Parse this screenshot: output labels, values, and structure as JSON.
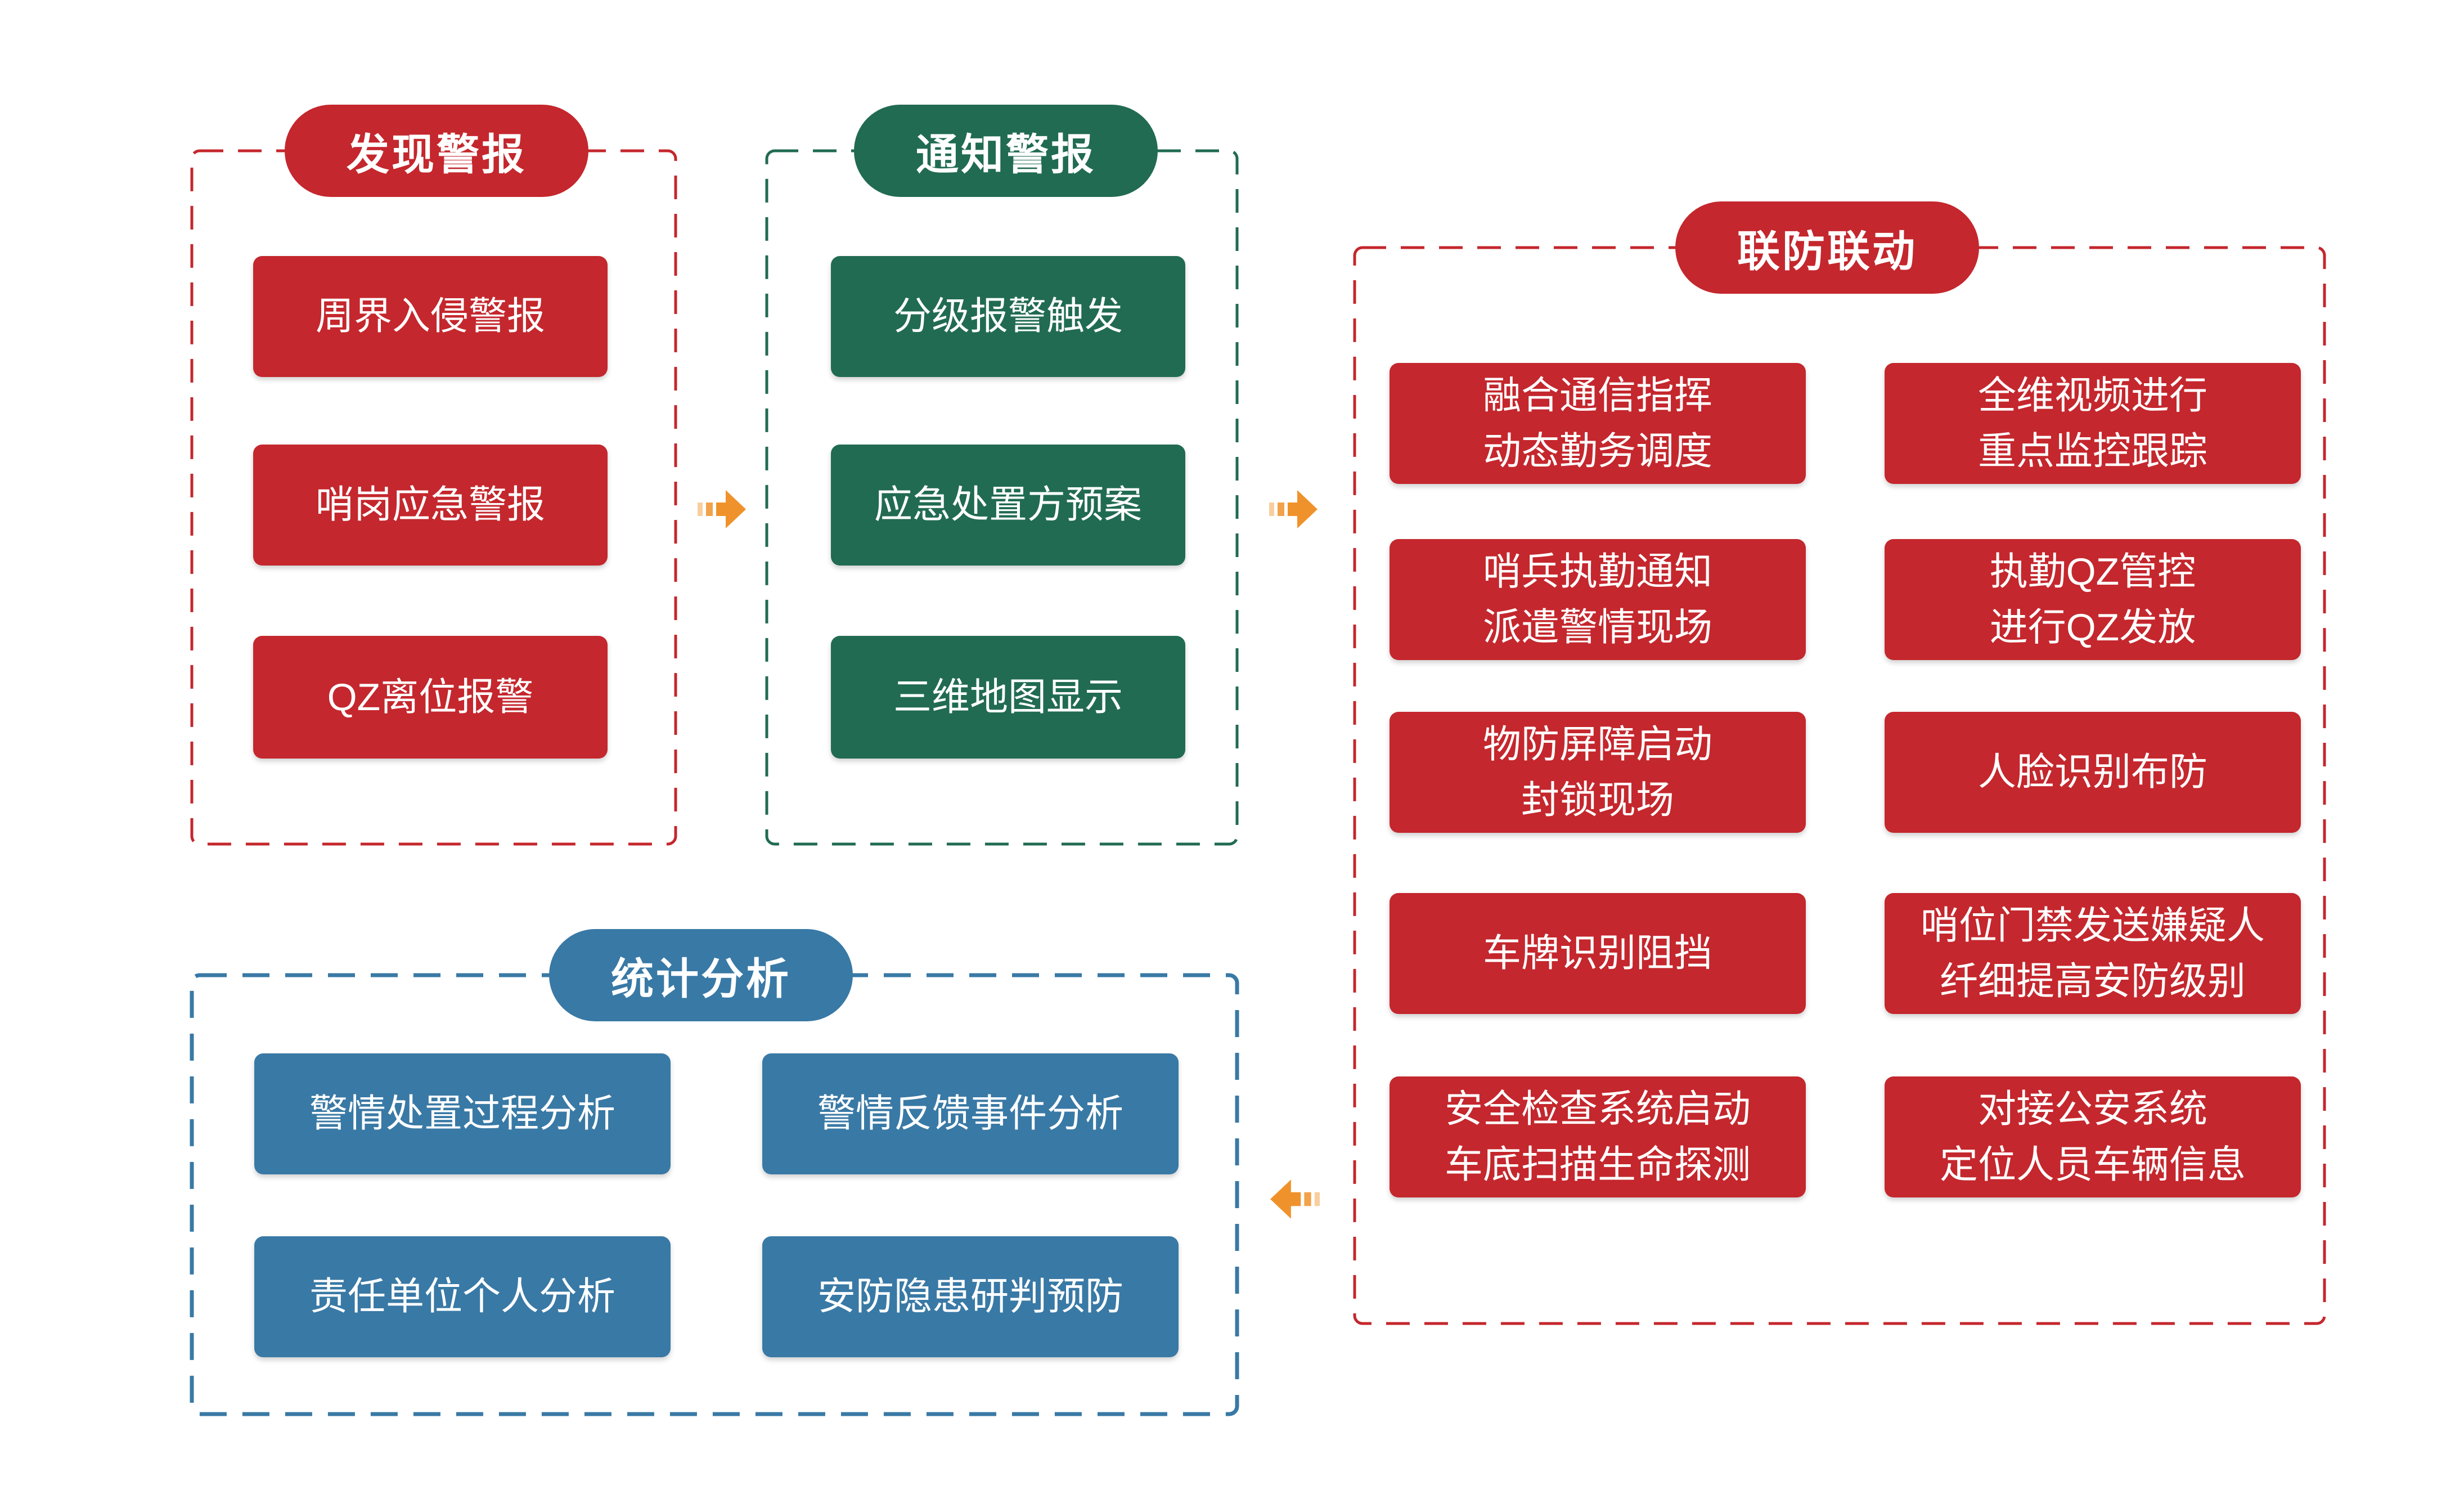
{
  "palette": {
    "alarm_red": "#C4272D",
    "notify_green": "#216B52",
    "stats_blue": "#3979A5",
    "arrow_orange": "#F0922B"
  },
  "groups": {
    "discover": {
      "title": "发现警报",
      "items": [
        "周界入侵警报",
        "哨岗应急警报",
        "QZ离位报警"
      ]
    },
    "notify": {
      "title": "通知警报",
      "items": [
        "分级报警触发",
        "应急处置方预案",
        "三维地图显示"
      ]
    },
    "linkage": {
      "title": "联防联动",
      "left_items": [
        "融合通信指挥\n动态勤务调度",
        "哨兵执勤通知\n派遣警情现场",
        "物防屏障启动\n封锁现场",
        "车牌识别阻挡",
        "安全检查系统启动\n车底扫描生命探测"
      ],
      "right_items": [
        "全维视频进行\n重点监控跟踪",
        "执勤QZ管控\n进行QZ发放",
        "人脸识别布防",
        "哨位门禁发送嫌疑人\n纤细提高安防级别",
        "对接公安系统\n定位人员车辆信息"
      ]
    },
    "stats": {
      "title": "统计分析",
      "items": [
        "警情处置过程分析",
        "警情反馈事件分析",
        "责任单位个人分析",
        "安防隐患研判预防"
      ]
    }
  },
  "arrows": [
    {
      "name": "discover-to-notify",
      "direction": "right"
    },
    {
      "name": "notify-to-linkage",
      "direction": "right"
    },
    {
      "name": "linkage-to-stats",
      "direction": "left"
    }
  ]
}
